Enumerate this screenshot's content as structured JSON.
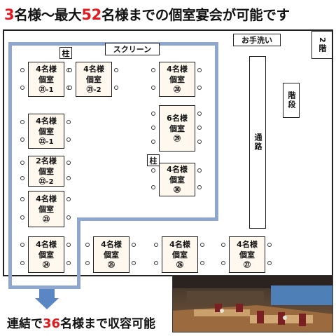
{
  "headline": {
    "n1": "3",
    "t1": "名様〜最大",
    "n2": "52",
    "t2": "名様までの個室宴会が可能です"
  },
  "labels": {
    "screen": "スクリーン",
    "pillar": "柱",
    "washroom": "お手洗い",
    "floor": "2階",
    "stairs": "階段",
    "passage": "通路"
  },
  "rooms": [
    {
      "capacity": "4名様",
      "type": "個室",
      "number": "㉑-1"
    },
    {
      "capacity": "4名様",
      "type": "個室",
      "number": "㉑-2"
    },
    {
      "capacity": "4名様",
      "type": "個室",
      "number": "㉘"
    },
    {
      "capacity": "4名様",
      "type": "個室",
      "number": "㉒-1"
    },
    {
      "capacity": "6名様",
      "type": "個室",
      "number": "㉙"
    },
    {
      "capacity": "2名様",
      "type": "個室",
      "number": "㉒-2"
    },
    {
      "capacity": "4名様",
      "type": "個室",
      "number": "㉚"
    },
    {
      "capacity": "4名様",
      "type": "個室",
      "number": "㉓"
    },
    {
      "capacity": "4名様",
      "type": "個室",
      "number": "㉔"
    },
    {
      "capacity": "4名様",
      "type": "個室",
      "number": "㉕"
    },
    {
      "capacity": "4名様",
      "type": "個室",
      "number": "㉖"
    },
    {
      "capacity": "4名様",
      "type": "個室",
      "number": "㉗"
    }
  ],
  "footer": {
    "t1": "連結で",
    "n1": "36",
    "t2": "名様まで収容可能"
  },
  "colors": {
    "accent_red": "#e0191f",
    "route_blue": "#8fa7cf",
    "arrow_blue": "#5b86c4"
  }
}
